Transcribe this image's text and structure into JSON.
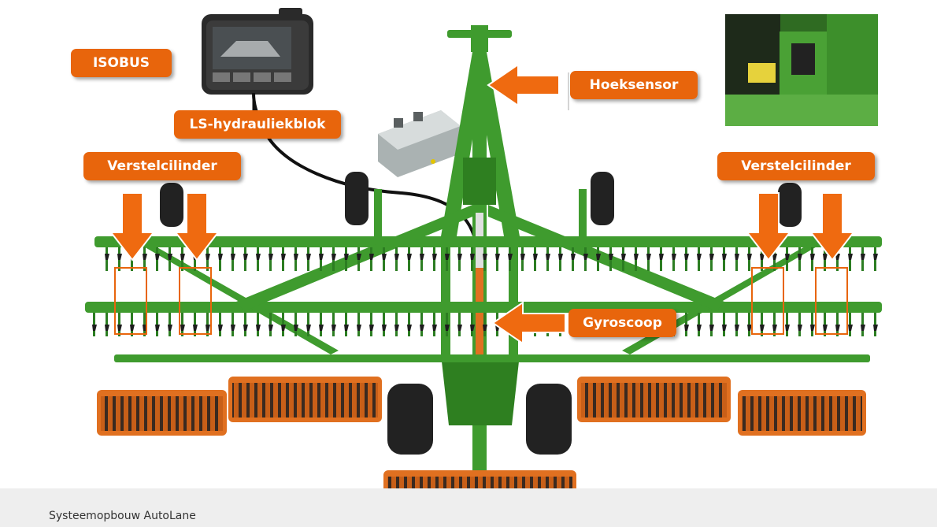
{
  "labels": {
    "isobus": "ISOBUS",
    "ls_block": "LS-hydrauliekblok",
    "hoeksensor": "Hoeksensor",
    "verstelcilinder_left": "Verstelcilinder",
    "verstelcilinder_right": "Verstelcilinder",
    "gyroscoop": "Gyroscoop"
  },
  "caption": "Systeemopbouw AutoLane",
  "colors": {
    "label_bg": "#e8650c",
    "machine_green": "#3f9b2e",
    "roller_orange": "#e07020",
    "highlight_box": "#e8650c"
  }
}
